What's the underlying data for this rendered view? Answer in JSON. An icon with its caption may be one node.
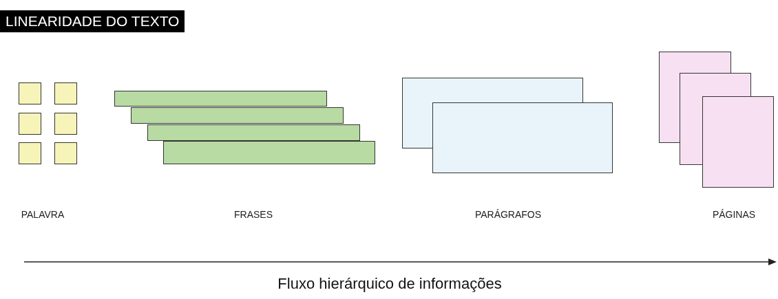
{
  "diagram": {
    "title": "LINEARIDADE DO TEXTO",
    "labels": [
      "PALAVRA",
      "FRASES",
      "PARÁGRAFOS",
      "PÁGINAS",
      "Fluxo hierárquico de informações"
    ]
  }
}
